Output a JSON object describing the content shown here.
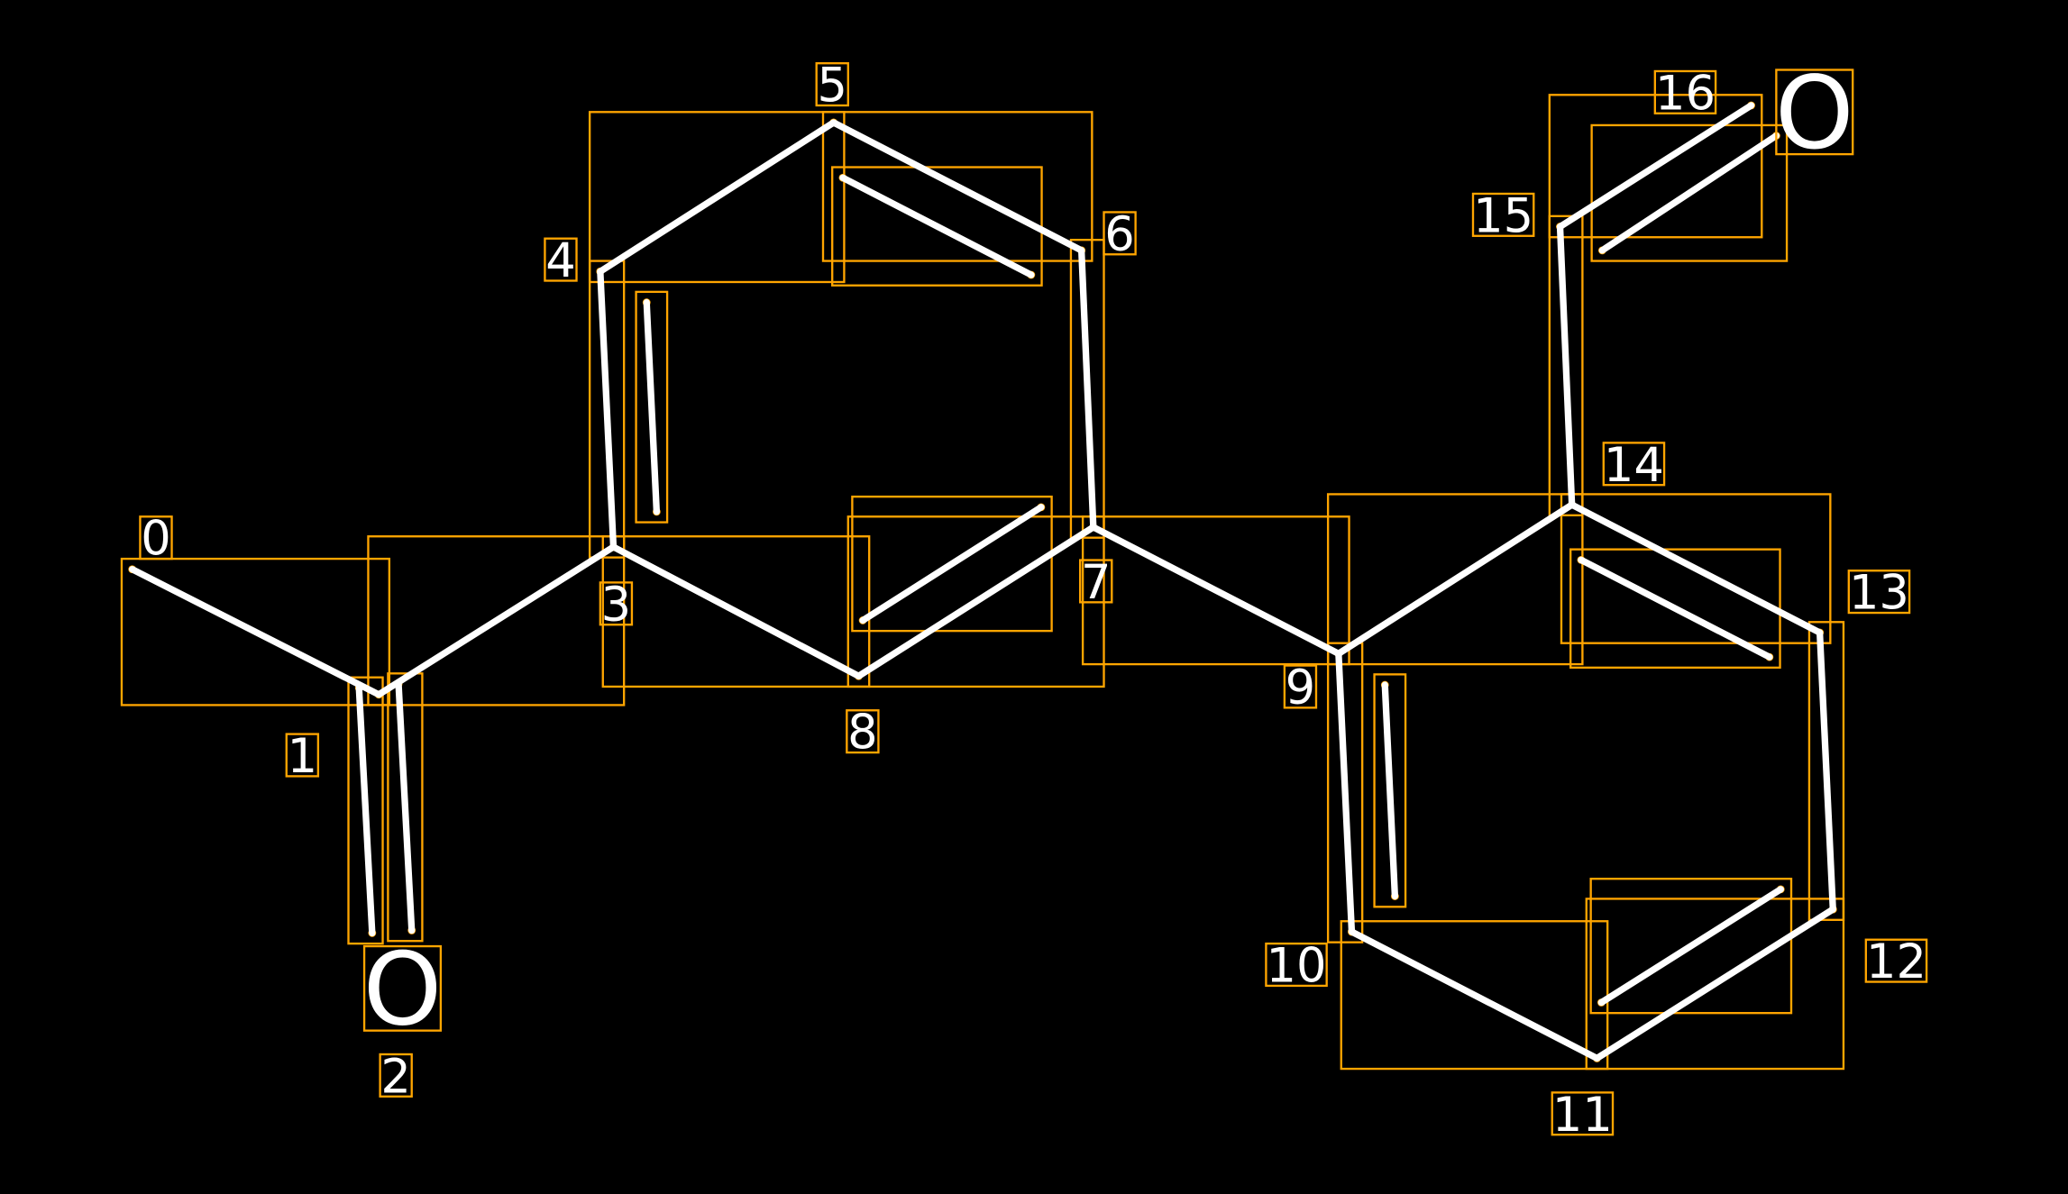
{
  "diagram": {
    "type": "molecule-annotation",
    "atoms": [
      {
        "index": "0",
        "symbol": ""
      },
      {
        "index": "1",
        "symbol": ""
      },
      {
        "index": "2",
        "symbol": "O"
      },
      {
        "index": "3",
        "symbol": ""
      },
      {
        "index": "4",
        "symbol": ""
      },
      {
        "index": "5",
        "symbol": ""
      },
      {
        "index": "6",
        "symbol": ""
      },
      {
        "index": "7",
        "symbol": ""
      },
      {
        "index": "8",
        "symbol": ""
      },
      {
        "index": "9",
        "symbol": ""
      },
      {
        "index": "10",
        "symbol": ""
      },
      {
        "index": "11",
        "symbol": ""
      },
      {
        "index": "12",
        "symbol": ""
      },
      {
        "index": "13",
        "symbol": ""
      },
      {
        "index": "14",
        "symbol": ""
      },
      {
        "index": "15",
        "symbol": ""
      },
      {
        "index": "16",
        "symbol": "O"
      }
    ],
    "bonds": [
      {
        "a": 0,
        "b": 1,
        "order": 1
      },
      {
        "a": 1,
        "b": 2,
        "order": 2
      },
      {
        "a": 1,
        "b": 3,
        "order": 1
      },
      {
        "a": 3,
        "b": 4,
        "order": 2
      },
      {
        "a": 4,
        "b": 5,
        "order": 1
      },
      {
        "a": 5,
        "b": 6,
        "order": 2
      },
      {
        "a": 6,
        "b": 7,
        "order": 1
      },
      {
        "a": 7,
        "b": 8,
        "order": 2
      },
      {
        "a": 8,
        "b": 3,
        "order": 1
      },
      {
        "a": 7,
        "b": 9,
        "order": 1
      },
      {
        "a": 9,
        "b": 14,
        "order": 1
      },
      {
        "a": 14,
        "b": 13,
        "order": 2
      },
      {
        "a": 13,
        "b": 12,
        "order": 1
      },
      {
        "a": 12,
        "b": 11,
        "order": 2
      },
      {
        "a": 11,
        "b": 10,
        "order": 1
      },
      {
        "a": 10,
        "b": 9,
        "order": 2
      },
      {
        "a": 14,
        "b": 15,
        "order": 1
      },
      {
        "a": 15,
        "b": 16,
        "order": 2
      }
    ],
    "colors": {
      "background": "#000000",
      "bond": "#FFFFFF",
      "annotation": "#FFA500"
    }
  }
}
